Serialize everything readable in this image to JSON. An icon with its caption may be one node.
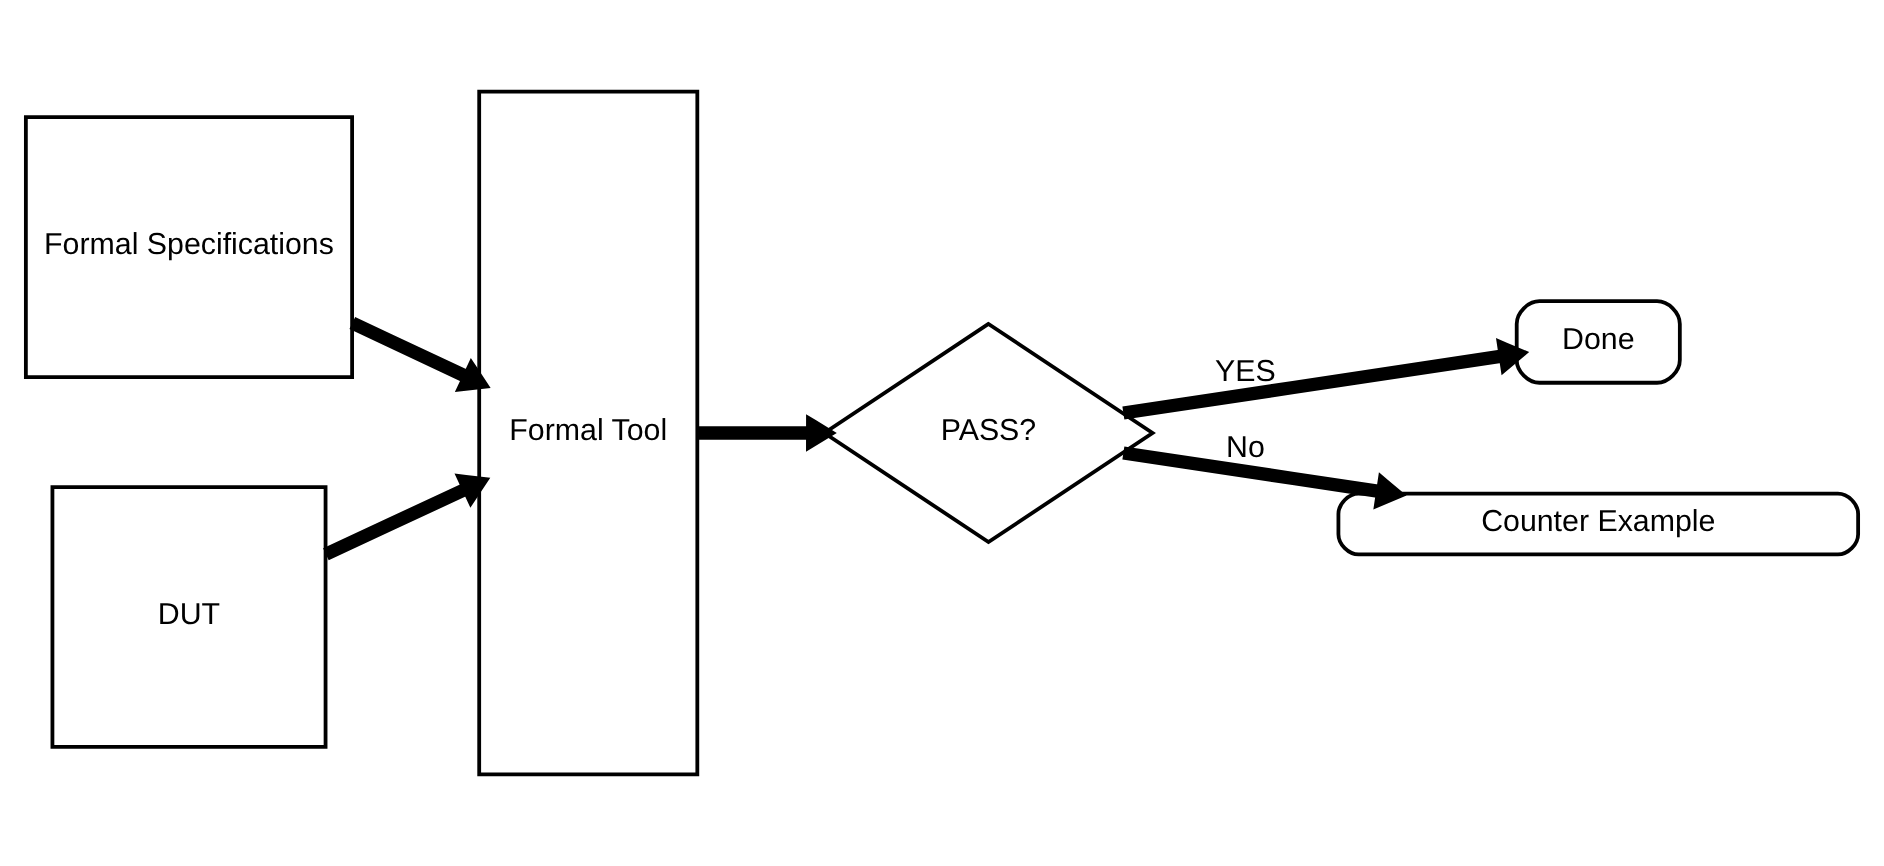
{
  "diagram": {
    "nodes": [
      {
        "text": [
          "Formal Specifications"
        ]
      },
      {
        "text": [
          "DUT"
        ]
      },
      {
        "text": [
          "Formal Tool"
        ]
      },
      {
        "text": [
          "PASS?"
        ]
      },
      {
        "text": [
          "Done"
        ]
      },
      {
        "text": [
          "Counter Example"
        ]
      }
    ],
    "edges": [
      {
        "from": 0,
        "to": 2,
        "arrow": "to"
      },
      {
        "from": 1,
        "to": 2,
        "arrow": "to"
      },
      {
        "from": 2,
        "to": 3,
        "arrow": "to"
      },
      {
        "from": 3,
        "to": 4,
        "arrow": "to",
        "label": "YES"
      },
      {
        "from": 3,
        "to": 5,
        "arrow": "to",
        "label": "No"
      }
    ]
  }
}
